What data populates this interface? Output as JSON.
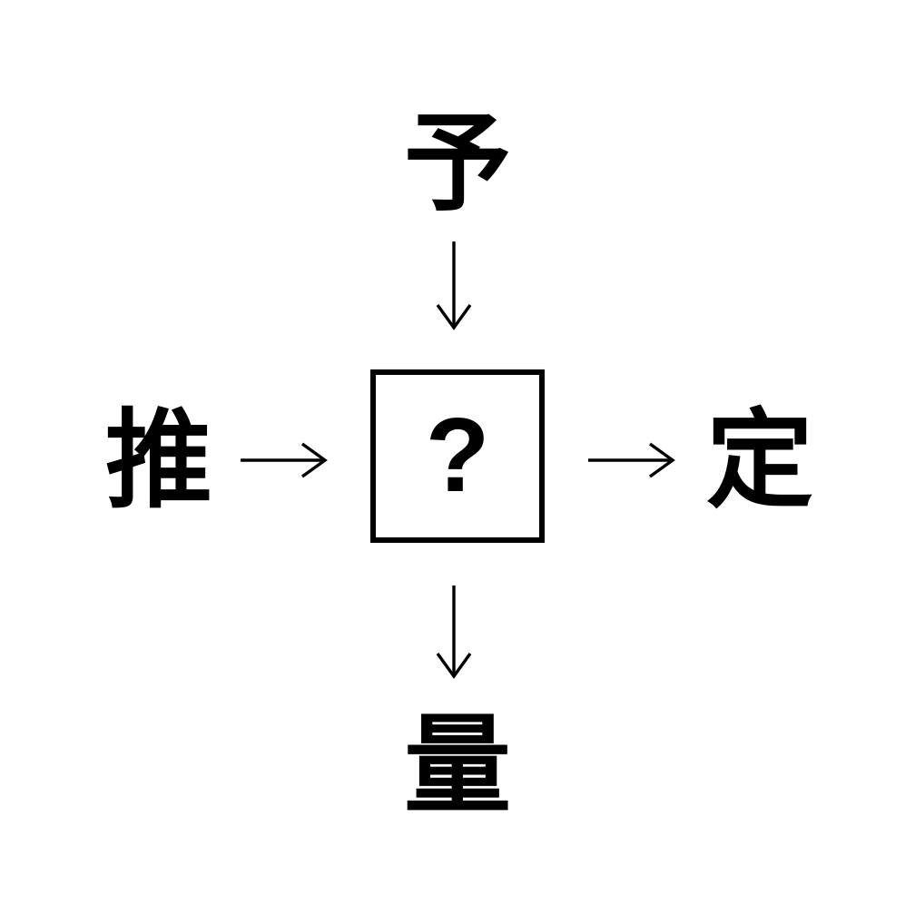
{
  "diagram": {
    "title": "kanji-relation-puzzle",
    "background_color": "#ffffff",
    "stroke_color": "#000000",
    "center": {
      "shape": "square",
      "label": "?",
      "border_color": "#000000"
    },
    "nodes": {
      "top": {
        "label": "予",
        "position": "top"
      },
      "left": {
        "label": "推",
        "position": "left"
      },
      "right": {
        "label": "定",
        "position": "right"
      },
      "bottom": {
        "label": "量",
        "position": "bottom"
      }
    },
    "arrows": [
      {
        "name": "arrow-top-to-center",
        "direction": "down",
        "from": "予",
        "to": "?"
      },
      {
        "name": "arrow-left-to-center",
        "direction": "right",
        "from": "推",
        "to": "?"
      },
      {
        "name": "arrow-center-to-right",
        "direction": "right",
        "from": "?",
        "to": "定"
      },
      {
        "name": "arrow-center-to-bottom",
        "direction": "down",
        "from": "?",
        "to": "量"
      }
    ]
  }
}
